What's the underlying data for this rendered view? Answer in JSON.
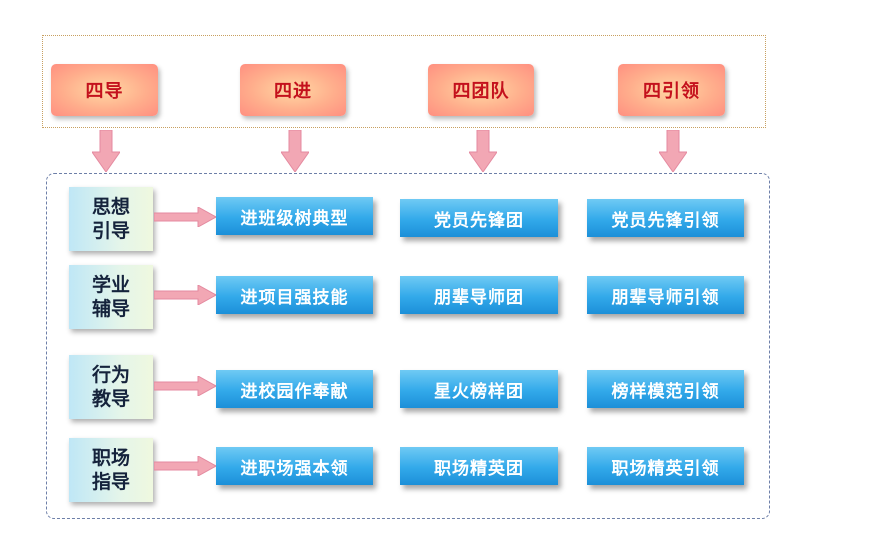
{
  "headers": [
    "四导",
    "四进",
    "四团队",
    "四引领"
  ],
  "rows": [
    {
      "label": "思想\n引导",
      "jin": "进班级树典型",
      "team": "党员先锋团",
      "lead": "党员先锋引领"
    },
    {
      "label": "学业\n辅导",
      "jin": "进项目强技能",
      "team": "朋辈导师团",
      "lead": "朋辈导师引领"
    },
    {
      "label": "行为\n教导",
      "jin": "进校园作奉献",
      "team": "星火榜样团",
      "lead": "榜样模范引领"
    },
    {
      "label": "职场\n指导",
      "jin": "进职场强本领",
      "team": "职场精英团",
      "lead": "职场精英引领"
    }
  ],
  "colors": {
    "header_text": "#c4111d",
    "arrow_fill": "#f2a7b4",
    "box_blue": "#32a9ea",
    "frame_dashed": "#6d7fa8"
  }
}
